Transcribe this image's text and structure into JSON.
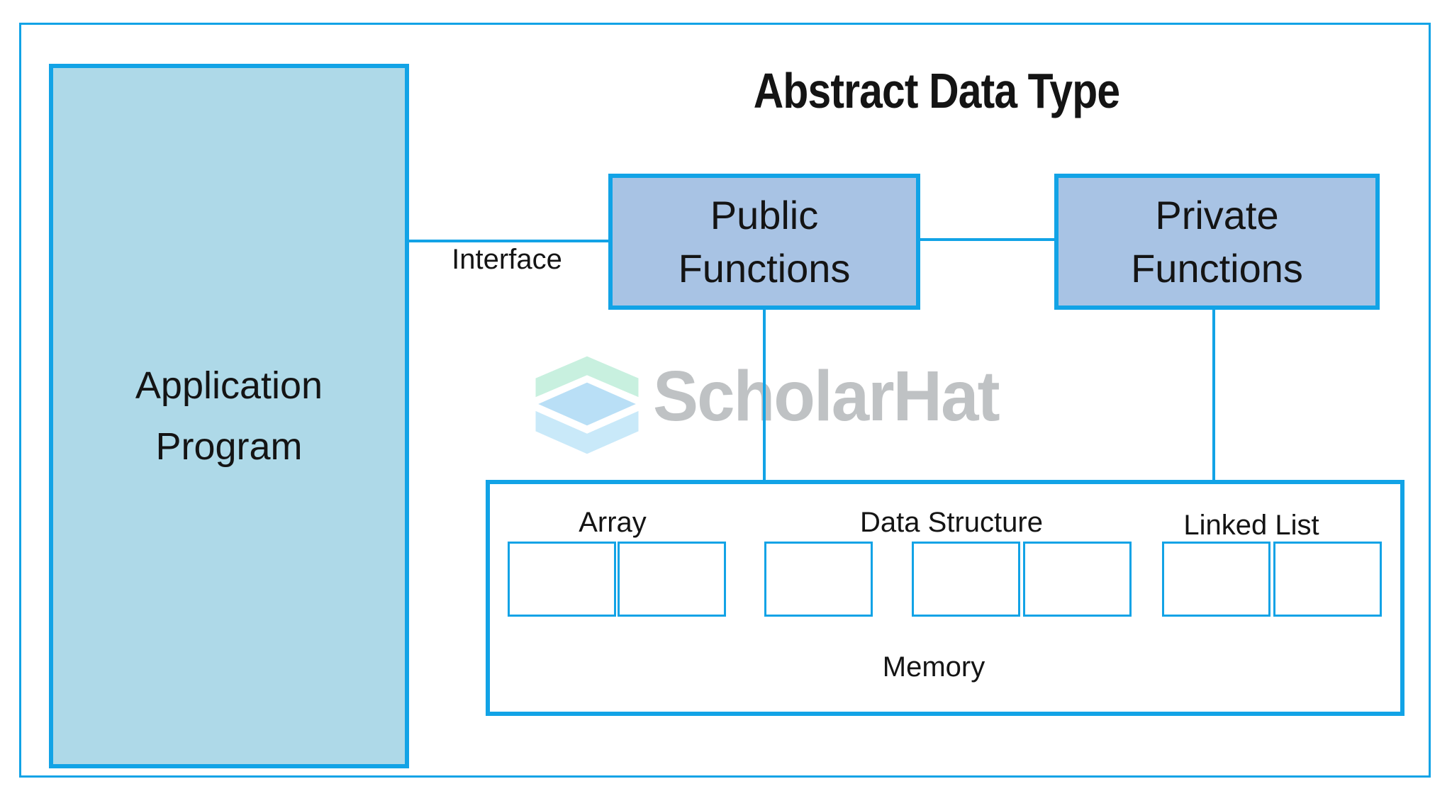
{
  "diagram": {
    "title": "Abstract Data Type",
    "application_box": {
      "label": "Application\nProgram"
    },
    "public_box": {
      "label": "Public\nFunctions"
    },
    "private_box": {
      "label": "Private\nFunctions"
    },
    "interface_label": "Interface",
    "memory": {
      "array_label": "Array",
      "data_structure_label": "Data Structure",
      "linked_list_label": "Linked List",
      "memory_label": "Memory",
      "cells": {
        "array": 2,
        "data_structure_single": 1,
        "data_structure_pair": 2,
        "linked_list": 2
      }
    },
    "watermark": {
      "text": "ScholarHat"
    }
  },
  "colors": {
    "line_blue": "#12A3E6",
    "app_fill": "#AED9E8",
    "function_fill": "#A8C3E4",
    "text_dark": "#141414",
    "watermark_text": "#BFC2C4",
    "logo_mint": "#C8F0DF",
    "logo_blue_mid": "#B9DFF6",
    "logo_blue_light": "#C9E9F9",
    "background": "#FFFFFF"
  }
}
